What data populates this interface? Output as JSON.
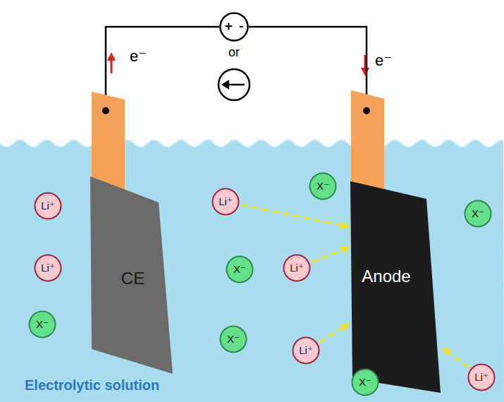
{
  "diagram": {
    "nodes": [
      {
        "text": [
          "+",
          "-"
        ]
      },
      {
        "text": [
          "CE"
        ]
      },
      {
        "text": [
          "Anode"
        ]
      },
      {
        "text": [
          "X⁻"
        ]
      },
      {
        "text": [
          "Li⁺"
        ]
      },
      {
        "text": [
          "Li⁺"
        ]
      },
      {
        "text": [
          "X⁻"
        ]
      },
      {
        "text": [
          "Li⁺"
        ]
      },
      {
        "text": [
          "X⁻"
        ]
      },
      {
        "text": [
          "Li⁺"
        ]
      },
      {
        "text": [
          "X⁻"
        ]
      },
      {
        "text": [
          "X⁻"
        ]
      },
      {
        "text": [
          "Li⁺"
        ]
      },
      {
        "text": [
          "Li⁺"
        ]
      },
      {
        "text": [
          "X⁻"
        ]
      }
    ],
    "edges": [
      {
        "from": 1,
        "to": 0,
        "arrow": "none"
      },
      {
        "from": 0,
        "to": 2,
        "arrow": "none"
      },
      {
        "from": 4,
        "to": 2,
        "arrow": "to"
      },
      {
        "from": 7,
        "to": 2,
        "arrow": "to"
      },
      {
        "from": 12,
        "to": 2,
        "arrow": "to"
      },
      {
        "from": 13,
        "to": 2,
        "arrow": "to"
      }
    ],
    "labels": [
      "or",
      "e⁻",
      "e⁻",
      "Electrolytic solution"
    ]
  }
}
